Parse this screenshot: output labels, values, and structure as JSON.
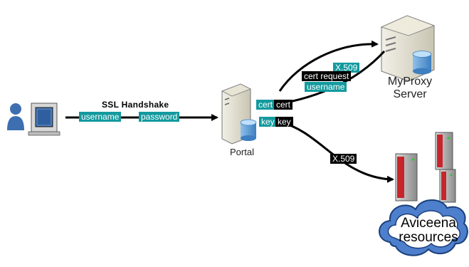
{
  "diagram": {
    "handshake_label": "SSL Handshake",
    "client_labels": {
      "username": "username",
      "password": "password"
    },
    "portal": {
      "caption": "Portal",
      "cert_labels": [
        "cert",
        "cert"
      ],
      "key_labels": [
        "key",
        "key"
      ]
    },
    "myproxy": {
      "caption_line1": "MyProxy",
      "caption_line2": "Server",
      "x509_label": "X.509",
      "request_label": "cert request",
      "username_label": "username"
    },
    "resources": {
      "x509_label": "X.509",
      "caption_line1": "Aviceena",
      "caption_line2": "resources"
    },
    "colors": {
      "label_teal": "#139a9e",
      "label_black": "#000000",
      "arrow": "#000000"
    }
  }
}
